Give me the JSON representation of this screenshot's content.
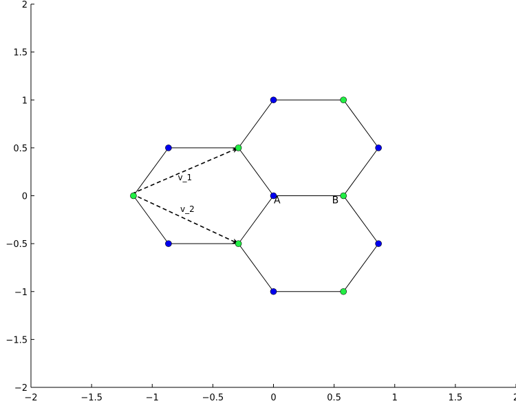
{
  "chart_data": {
    "type": "scatter",
    "xlim": [
      -2,
      2
    ],
    "ylim": [
      -2,
      2
    ],
    "x_ticks": [
      -2,
      -1.5,
      -1,
      -0.5,
      0,
      0.5,
      1,
      1.5,
      2
    ],
    "y_ticks": [
      -2,
      -1.5,
      -1,
      -0.5,
      0,
      0.5,
      1,
      1.5,
      2
    ],
    "x_tick_labels": [
      "−2",
      "−1.5",
      "−1",
      "−0.5",
      "0",
      "0.5",
      "1",
      "1.5",
      "2"
    ],
    "y_tick_labels": [
      "−2",
      "−1.5",
      "−1",
      "−0.5",
      "0",
      "0.5",
      "1",
      "1.5",
      "2"
    ],
    "grid": false,
    "colors": {
      "A_sites": "#0000ee",
      "B_sites": "#22ee44",
      "bonds": "#000000"
    },
    "points_A": [
      [
        -0.866,
        0.5
      ],
      [
        -0.866,
        -0.5
      ],
      [
        0,
        1
      ],
      [
        0,
        0
      ],
      [
        0,
        -1
      ],
      [
        0.866,
        0.5
      ],
      [
        0.866,
        -0.5
      ]
    ],
    "points_B": [
      [
        -1.155,
        0
      ],
      [
        -0.289,
        0.5
      ],
      [
        -0.289,
        -0.5
      ],
      [
        0.577,
        1
      ],
      [
        0.577,
        0
      ],
      [
        0.577,
        -1
      ]
    ],
    "bonds": [
      [
        [
          -1.155,
          0
        ],
        [
          -0.866,
          0.5
        ]
      ],
      [
        [
          -0.866,
          0.5
        ],
        [
          -0.289,
          0.5
        ]
      ],
      [
        [
          -1.155,
          0
        ],
        [
          -0.866,
          -0.5
        ]
      ],
      [
        [
          -0.866,
          -0.5
        ],
        [
          -0.289,
          -0.5
        ]
      ],
      [
        [
          -0.289,
          0.5
        ],
        [
          0,
          1
        ]
      ],
      [
        [
          0,
          1
        ],
        [
          0.577,
          1
        ]
      ],
      [
        [
          0.577,
          1
        ],
        [
          0.866,
          0.5
        ]
      ],
      [
        [
          0.866,
          0.5
        ],
        [
          0.577,
          0
        ]
      ],
      [
        [
          0.577,
          0
        ],
        [
          0,
          0
        ]
      ],
      [
        [
          0,
          0
        ],
        [
          -0.289,
          0.5
        ]
      ],
      [
        [
          -0.289,
          -0.5
        ],
        [
          0,
          0
        ]
      ],
      [
        [
          0.577,
          0
        ],
        [
          0.866,
          -0.5
        ]
      ],
      [
        [
          0.866,
          -0.5
        ],
        [
          0.577,
          -1
        ]
      ],
      [
        [
          0.577,
          -1
        ],
        [
          0,
          -1
        ]
      ],
      [
        [
          0,
          -1
        ],
        [
          -0.289,
          -0.5
        ]
      ]
    ],
    "arrows": [
      {
        "from": [
          -1.17,
          0.02
        ],
        "to": [
          -0.289,
          0.5
        ],
        "label": "v_1",
        "label_pos": [
          -0.73,
          0.16
        ]
      },
      {
        "from": [
          -1.17,
          0.02
        ],
        "to": [
          -0.289,
          -0.5
        ],
        "label": "v_2",
        "label_pos": [
          -0.71,
          -0.17
        ]
      }
    ],
    "point_labels": [
      {
        "text": "A",
        "pos": [
          0.03,
          -0.08
        ]
      },
      {
        "text": "B",
        "pos": [
          0.51,
          -0.08
        ]
      }
    ]
  }
}
